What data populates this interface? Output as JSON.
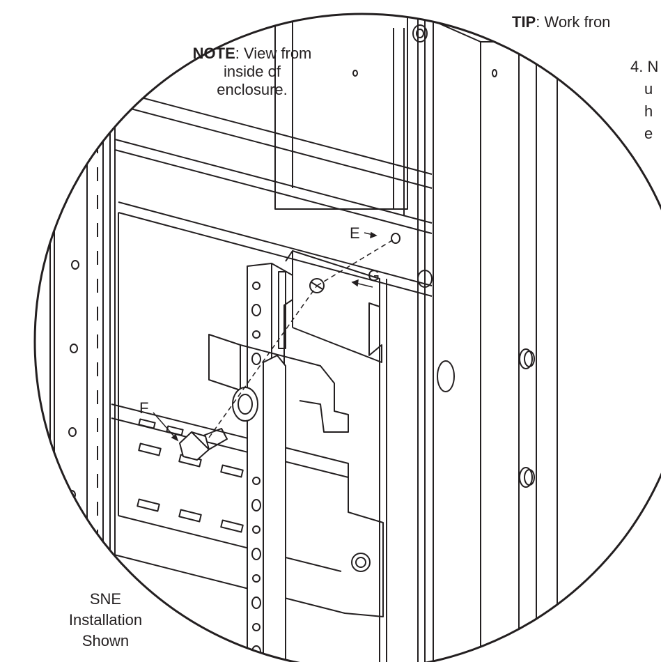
{
  "note": {
    "label": "NOTE",
    "text": ": View from inside of enclosure."
  },
  "tip": {
    "label": "TIP",
    "text": ": Work fron"
  },
  "step": {
    "number": "4. N",
    "lines": [
      "u",
      "h",
      "e"
    ]
  },
  "caption": {
    "lines": [
      "SNE",
      "Installation",
      "Shown"
    ]
  },
  "callouts": {
    "E": "E",
    "F": "F",
    "G": "G"
  },
  "colors": {
    "line": "#231f20",
    "background": "#ffffff",
    "panel": "#f7f7f7"
  }
}
